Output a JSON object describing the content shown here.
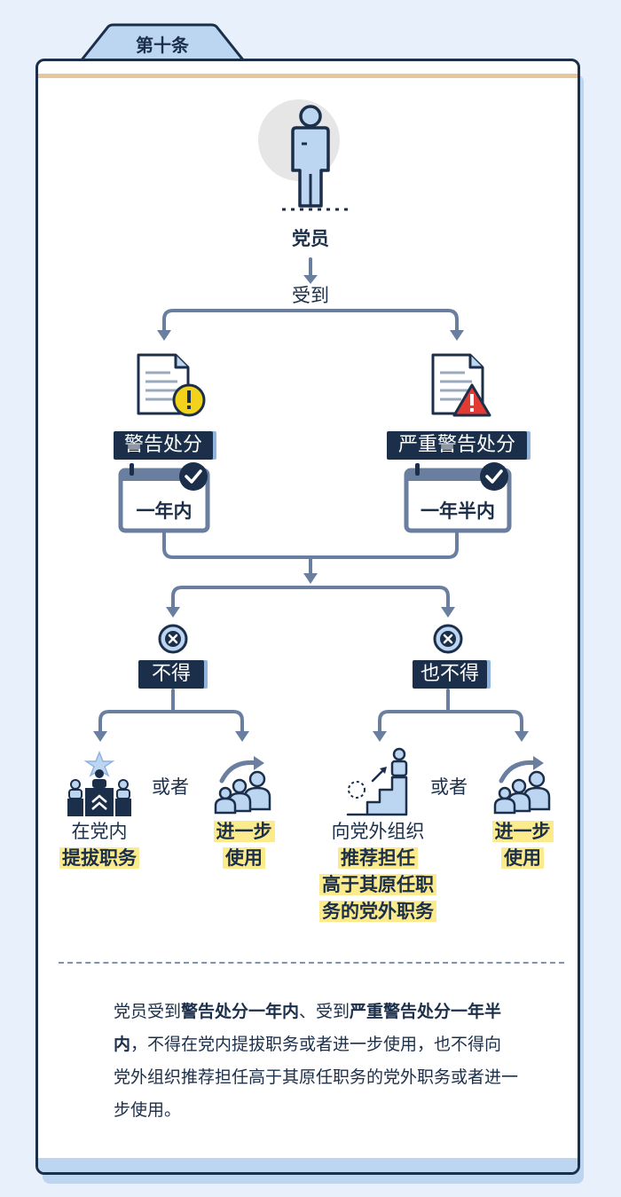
{
  "tab": {
    "title": "第十条"
  },
  "top": {
    "subject": "党员",
    "receive": "受到"
  },
  "left_branch": {
    "penalty": "警告处分",
    "period": "一年内"
  },
  "right_branch": {
    "penalty": "严重警告处分",
    "period": "一年半内"
  },
  "prohibitions": {
    "left": "不得",
    "right": "也不得",
    "or_left": "或者",
    "or_right": "或者",
    "items": {
      "promote_line1": "在党内",
      "promote_line2": "提拔职务",
      "further_use_left_1": "进一步",
      "further_use_left_2": "使用",
      "recommend_line1": "向党外组织",
      "recommend_line2": "推荐担任",
      "recommend_line3": "高于其原任职",
      "recommend_line4": "务的党外职务",
      "further_use_right_1": "进一步",
      "further_use_right_2": "使用"
    }
  },
  "description": {
    "t1": "党员受到",
    "b1": "警告处分一年内",
    "t2": "、受到",
    "b2": "严重警告处分一年半内",
    "t3": "，不得在党内提拔职务或者进一步使用，也不得向党外组织推荐担任高于其原任职务的党外职务或者进一步使用。"
  },
  "colors": {
    "navy": "#1c2f4a",
    "light_blue": "#bcd6f1",
    "line": "#6a7fa0",
    "highlight": "#fbeb8d",
    "warn_yellow": "#f2d21b",
    "warn_red": "#e23b34"
  },
  "icons": [
    "person-icon",
    "document-warning-icon",
    "document-alert-icon",
    "calendar-check-icon",
    "x-circle-icon",
    "promotion-podium-icon",
    "people-group-icon",
    "stairs-climb-icon"
  ]
}
